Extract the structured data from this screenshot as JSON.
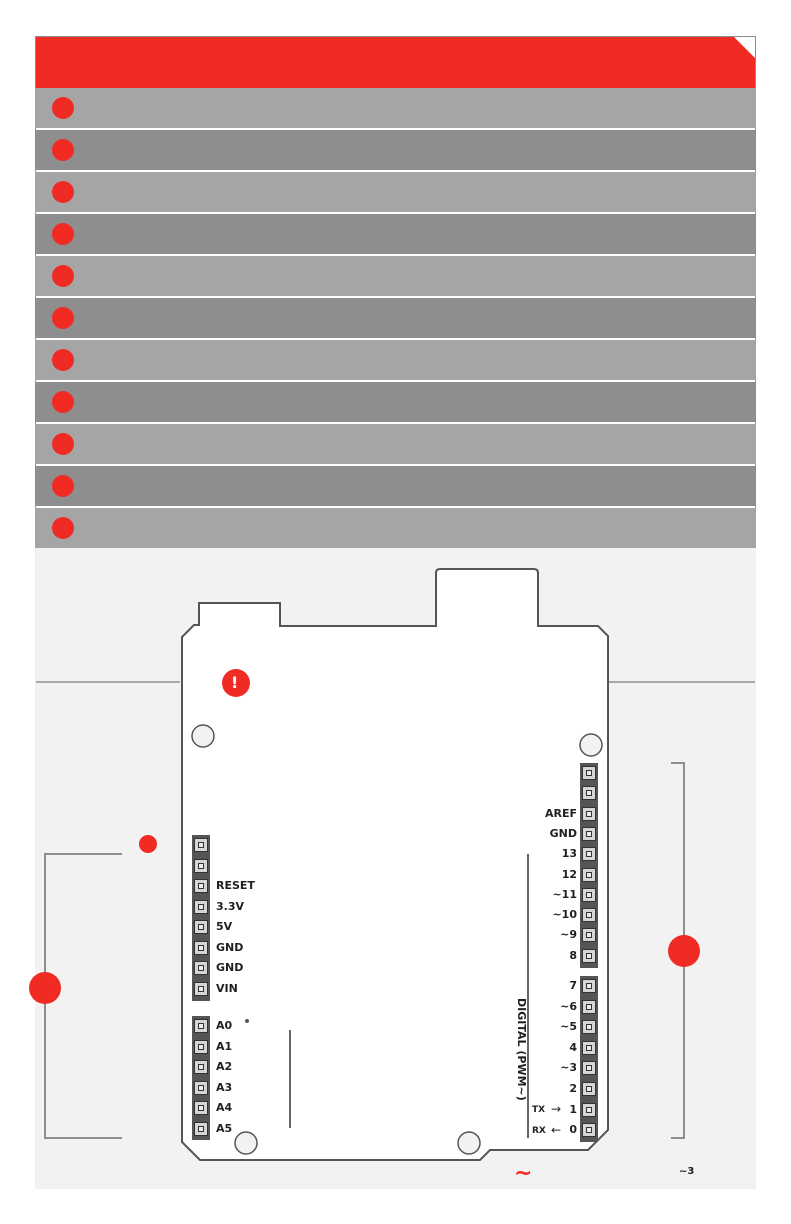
{
  "colors": {
    "accent_red": "#ef2b23",
    "row_light": "#a6a5a5",
    "row_dark": "#8f8e8e",
    "panel_bg": "#f2f2f2",
    "outline": "#555555"
  },
  "icons": {
    "warning": "exclamation-icon",
    "row_marker": "red-dot-icon"
  },
  "rows": [
    {
      "shade": "light"
    },
    {
      "shade": "dark"
    },
    {
      "shade": "light"
    },
    {
      "shade": "dark"
    },
    {
      "shade": "light"
    },
    {
      "shade": "dark"
    },
    {
      "shade": "light"
    },
    {
      "shade": "dark"
    },
    {
      "shade": "light"
    },
    {
      "shade": "dark"
    },
    {
      "shade": "light"
    }
  ],
  "board": {
    "warning_glyph": "!",
    "power_pins": [
      "",
      "",
      "RESET",
      "3.3V",
      "5V",
      "GND",
      "GND",
      "VIN"
    ],
    "analog_pins": [
      "A0",
      "A1",
      "A2",
      "A3",
      "A4",
      "A5"
    ],
    "digital_upper": [
      "",
      "",
      "AREF",
      "GND",
      "13",
      "12",
      "~11",
      "~10",
      "~9",
      "8"
    ],
    "digital_lower": [
      "7",
      "~6",
      "~5",
      "4",
      "~3",
      "2",
      "1",
      "0"
    ],
    "tx_label": "TX",
    "rx_label": "RX",
    "tx_arrow": "→",
    "rx_arrow": "←",
    "digital_header_label": "DIGITAL (PWM~)"
  },
  "footer": {
    "tilde": "~",
    "pwm_note": "~3"
  }
}
